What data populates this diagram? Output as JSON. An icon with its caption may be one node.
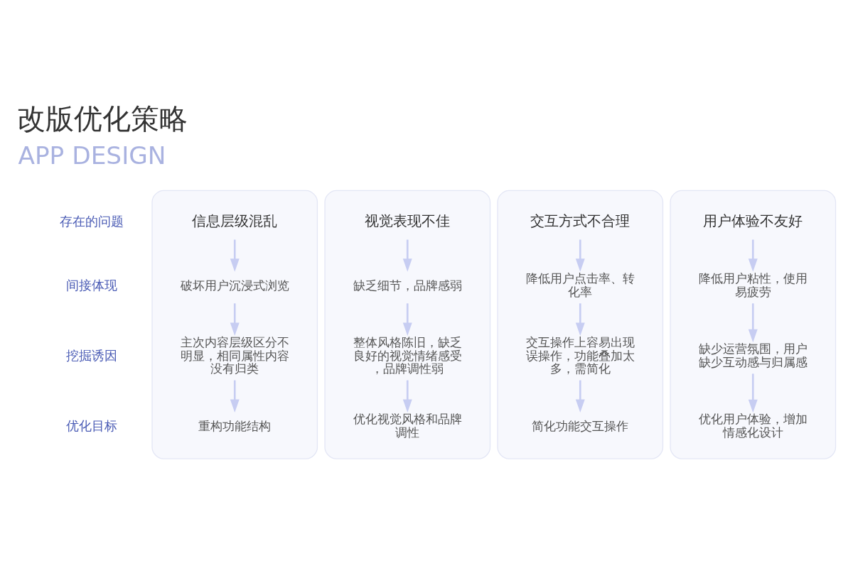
{
  "diagram": {
    "title": "改版优化策略",
    "nodes": [
      {
        "text": [],
        "shape": "box"
      },
      {
        "text": [
          "信息层级混乱"
        ],
        "in": 0
      },
      {
        "text": [
          "破坏用户沉浸式浏览"
        ],
        "in": 0
      },
      {
        "text": [
          "主次内容层级区分不明显，相同属性内容没有归类"
        ],
        "in": 0
      },
      {
        "text": [
          "重构功能结构"
        ],
        "in": 0
      },
      {
        "text": [],
        "shape": "box"
      },
      {
        "text": [
          "视觉表现不佳"
        ],
        "in": 5
      },
      {
        "text": [
          "缺乏细节，品牌感弱"
        ],
        "in": 5
      },
      {
        "text": [
          "整体风格陈旧，缺乏良好的视觉情绪感受，品牌调性弱"
        ],
        "in": 5
      },
      {
        "text": [
          "优化视觉风格和品牌调性"
        ],
        "in": 5
      },
      {
        "text": [],
        "shape": "box"
      },
      {
        "text": [
          "交互方式不合理"
        ],
        "in": 10
      },
      {
        "text": [
          "降低用户点击率、转化率"
        ],
        "in": 10
      },
      {
        "text": [
          "交互操作上容易出现误操作，功能叠加太多，需简化"
        ],
        "in": 10
      },
      {
        "text": [
          "简化功能交互操作"
        ],
        "in": 10
      },
      {
        "text": [],
        "shape": "box"
      },
      {
        "text": [
          "用户体验不友好"
        ],
        "in": 15
      },
      {
        "text": [
          "降低用户粘性，使用易疲劳"
        ],
        "in": 15
      },
      {
        "text": [
          "缺少运营氛围，用户缺少互动感与归属感"
        ],
        "in": 15
      },
      {
        "text": [
          "优化用户体验，增加情感化设计"
        ],
        "in": 15
      }
    ],
    "edges": [
      {
        "from": 1,
        "to": 2,
        "arrow": "to"
      },
      {
        "from": 2,
        "to": 3,
        "arrow": "to"
      },
      {
        "from": 3,
        "to": 4,
        "arrow": "to"
      },
      {
        "from": 6,
        "to": 7,
        "arrow": "to"
      },
      {
        "from": 7,
        "to": 8,
        "arrow": "to"
      },
      {
        "from": 8,
        "to": 9,
        "arrow": "to"
      },
      {
        "from": 11,
        "to": 12,
        "arrow": "to"
      },
      {
        "from": 12,
        "to": 13,
        "arrow": "to"
      },
      {
        "from": 13,
        "to": 14,
        "arrow": "to"
      },
      {
        "from": 16,
        "to": 17,
        "arrow": "to"
      },
      {
        "from": 17,
        "to": 18,
        "arrow": "to"
      },
      {
        "from": 18,
        "to": 19,
        "arrow": "to"
      }
    ],
    "labels": [
      "APP DESIGN",
      "存在的问题",
      "间接体现",
      "挖掘诱因",
      "优化目标"
    ]
  }
}
